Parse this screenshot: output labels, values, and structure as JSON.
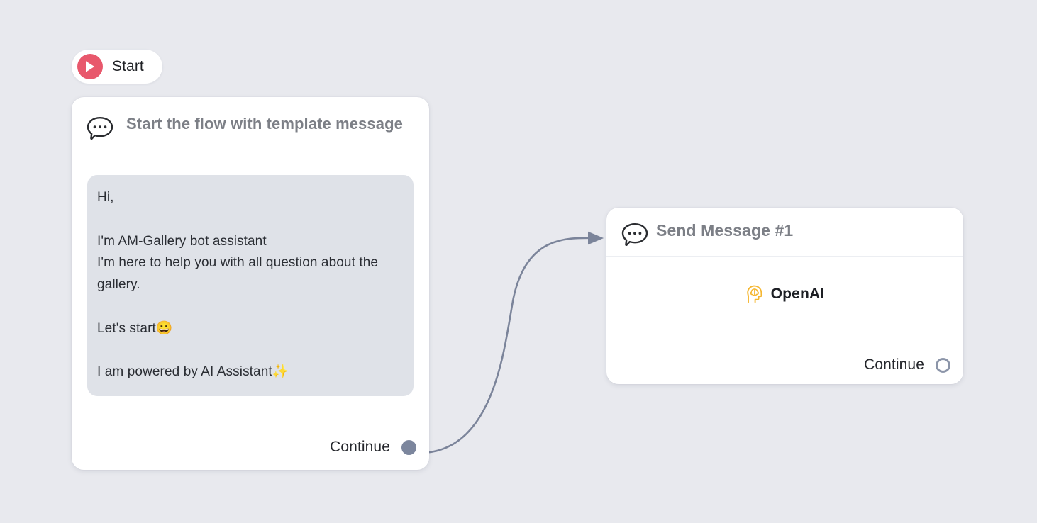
{
  "canvas": {
    "background_color": "#e8e9ee",
    "edge_color": "#7b849a"
  },
  "start_node": {
    "label": "Start",
    "icon": "play-icon",
    "accent_color": "#e8586c"
  },
  "nodes": [
    {
      "id": "start-template-message",
      "icon": "chat-bubble-icon",
      "title": "Start the flow with template message",
      "message": "Hi,\n\nI'm AM-Gallery bot assistant\nI'm here to help you with all question about the gallery.\n\nLet's start😀\n\nI am powered by AI Assistant✨",
      "footer": {
        "label": "Continue",
        "handle_style": "filled",
        "handle_color": "#7c869d"
      }
    },
    {
      "id": "send-message-1",
      "icon": "chat-bubble-icon",
      "title": "Send Message #1",
      "integration": {
        "icon": "openai-brain-head-icon",
        "label": "OpenAI",
        "icon_color": "#f5b731"
      },
      "footer": {
        "label": "Continue",
        "handle_style": "hollow",
        "handle_color": "#8c95a9"
      }
    }
  ],
  "connection": {
    "from": "start-template-message.continue",
    "to": "send-message-1",
    "arrow": "arrowhead-icon"
  }
}
